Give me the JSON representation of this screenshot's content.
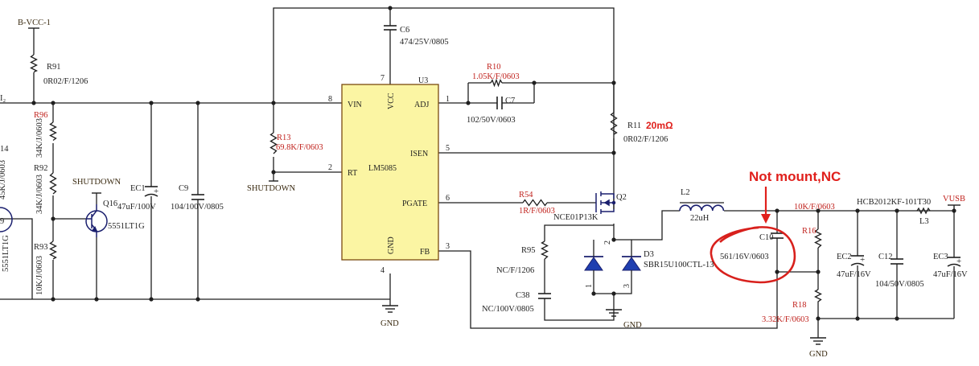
{
  "nets": {
    "b_vcc": "B-VCC-1",
    "shutdown_q16": "SHUTDOWN",
    "shutdown_rt": "SHUTDOWN",
    "gnd_u3": "GND",
    "gnd_d3": "GND",
    "gnd_r18": "GND",
    "vusb": "VUSB",
    "left_net_fragment": "I₂"
  },
  "ic": {
    "ref": "U3",
    "part": "LM5085",
    "pins": [
      {
        "num": "8",
        "name": "VIN"
      },
      {
        "num": "7",
        "name": "VCC"
      },
      {
        "num": "1",
        "name": "ADJ"
      },
      {
        "num": "5",
        "name": "ISEN"
      },
      {
        "num": "2",
        "name": "RT"
      },
      {
        "num": "6",
        "name": "PGATE"
      },
      {
        "num": "4",
        "name": "GND"
      },
      {
        "num": "3",
        "name": "FB"
      }
    ]
  },
  "components": {
    "r91": {
      "ref": "R91",
      "value": "0R02/F/1206"
    },
    "r96": {
      "ref": "R96",
      "value": "34K/J/0603"
    },
    "r92": {
      "ref": "R92",
      "value": "34K/J/0603"
    },
    "r93": {
      "ref": "R93",
      "value": "10K/J/0603"
    },
    "r14_partial": {
      "ref": "14",
      "value": "45K/J/0603"
    },
    "q_left_partial": {
      "ref": "9",
      "value": "5551LT1G"
    },
    "q16": {
      "ref": "Q16",
      "value": "5551LT1G"
    },
    "ec1": {
      "ref": "EC1",
      "value": "47uF/100V"
    },
    "c9": {
      "ref": "C9",
      "value": "104/100V/0805"
    },
    "c6": {
      "ref": "C6",
      "value": "474/25V/0805"
    },
    "r13": {
      "ref": "R13",
      "value": "69.8K/F/0603"
    },
    "r10": {
      "ref": "R10",
      "value": "1.05K/F/0603"
    },
    "c7": {
      "ref": "C7",
      "value": "102/50V/0603"
    },
    "r11": {
      "ref": "R11",
      "value": "0R02/F/1206",
      "note": "20mΩ"
    },
    "r54": {
      "ref": "R54",
      "value": "1R/F/0603"
    },
    "q2": {
      "ref": "Q2",
      "value": "NCE01P13K"
    },
    "r95": {
      "ref": "R95",
      "value": "NC/F/1206"
    },
    "c38": {
      "ref": "C38",
      "value": "NC/100V/0805"
    },
    "d3": {
      "ref": "D3",
      "value": "SBR15U100CTL-13",
      "pins": [
        "2",
        "1",
        "3"
      ]
    },
    "l2": {
      "ref": "L2",
      "value": "22uH"
    },
    "c10": {
      "ref": "C10",
      "value": "561/16V/0603"
    },
    "r16": {
      "ref": "R16",
      "value": "10K/F/0603"
    },
    "r18": {
      "ref": "R18",
      "value": "3.32K/F/0603"
    },
    "ec2": {
      "ref": "EC2",
      "value": "47uF/16V"
    },
    "c12": {
      "ref": "C12",
      "value": "104/50V/0805"
    },
    "l3": {
      "ref": "L3",
      "value": "HCB2012KF-101T30"
    },
    "ec3": {
      "ref": "EC3",
      "value": "47uF/16V"
    }
  },
  "annotation": {
    "text": "Not mount,NC",
    "color": "#e0201c"
  },
  "colors": {
    "ic_fill": "#fbf5a3",
    "ic_border": "#7a4a10",
    "wire": "#1f1f1f",
    "ref_label": "#c0221d",
    "semiconductor": "#1a1f6e",
    "diode_fill": "#1f3fb0"
  }
}
